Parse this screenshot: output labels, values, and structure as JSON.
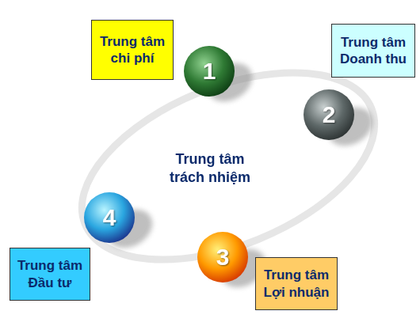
{
  "diagram": {
    "nodes": [
      {
        "text": [
          "Trung tâm chi phí"
        ]
      },
      {
        "text": [
          "1"
        ]
      },
      {
        "text": [
          "Trung tâm Doanh thu"
        ]
      },
      {
        "text": [
          "2"
        ]
      },
      {
        "text": [
          "4"
        ]
      },
      {
        "text": [
          "3"
        ]
      },
      {
        "text": [
          "Trung tâm Đầu tư"
        ]
      },
      {
        "text": [
          "Trung tâm Lợi nhuận"
        ]
      }
    ],
    "labels": [
      "Trung tâm trách nhiệm"
    ]
  }
}
